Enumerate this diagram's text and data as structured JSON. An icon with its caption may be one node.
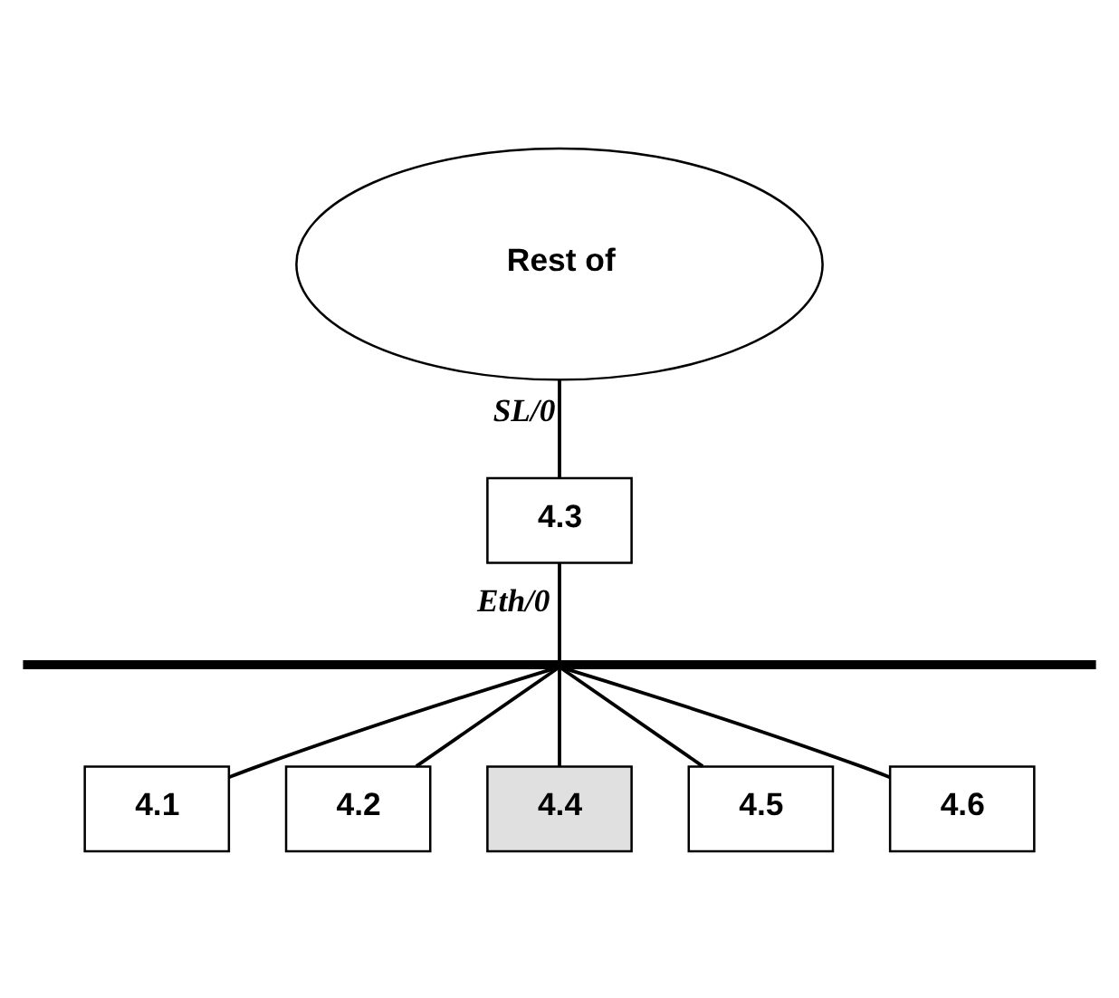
{
  "diagram": {
    "nodes": [
      {
        "text": [
          "Rest of"
        ]
      },
      {
        "text": [
          "4.3"
        ]
      },
      {
        "text": [],
        "shape": "bar"
      },
      {
        "text": [
          "4.1"
        ]
      },
      {
        "text": [
          "4.2"
        ]
      },
      {
        "text": [
          "4.4"
        ]
      },
      {
        "text": [
          "4.5"
        ]
      },
      {
        "text": [
          "4.6"
        ]
      }
    ],
    "edges": [
      {
        "from": 0,
        "to": 1,
        "arrow": "none",
        "label": "SL/0"
      },
      {
        "from": 1,
        "to": 2,
        "arrow": "none",
        "label": "Eth/0"
      },
      {
        "from": 2,
        "to": 3,
        "arrow": "none"
      },
      {
        "from": 2,
        "to": 4,
        "arrow": "none"
      },
      {
        "from": 2,
        "to": 5,
        "arrow": "none"
      },
      {
        "from": 2,
        "to": 6,
        "arrow": "none"
      },
      {
        "from": 2,
        "to": 7,
        "arrow": "none"
      }
    ]
  }
}
